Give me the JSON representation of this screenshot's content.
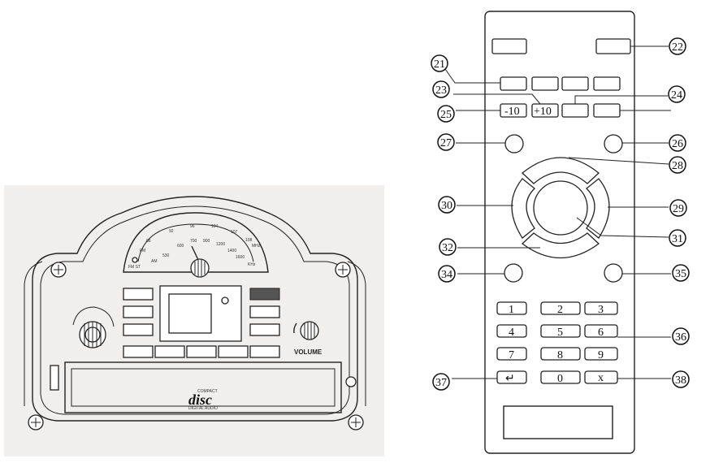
{
  "radio": {
    "fm_scale": [
      "88",
      "92",
      "96",
      "104",
      "107",
      "108",
      "MHz"
    ],
    "am_scale": [
      "530",
      "600",
      "700",
      "900",
      "1200",
      "1400",
      "1600",
      "KHz"
    ],
    "fm_label": "FM",
    "am_label": "AM",
    "fmst_label": "FM ST",
    "volume_label": "VOLUME",
    "disc_logo": "disc",
    "disc_top": "COMPACT",
    "disc_bottom": "DIGITAL AUDIO"
  },
  "remote": {
    "buttons": {
      "minus10": "-10",
      "plus10": "+10"
    },
    "numpad": [
      "1",
      "2",
      "3",
      "4",
      "5",
      "6",
      "7",
      "8",
      "9",
      "↵",
      "0",
      "x"
    ],
    "callouts": [
      "21",
      "22",
      "23",
      "24",
      "25",
      "26",
      "27",
      "28",
      "29",
      "30",
      "31",
      "32",
      "34",
      "35",
      "36",
      "37",
      "38"
    ]
  }
}
